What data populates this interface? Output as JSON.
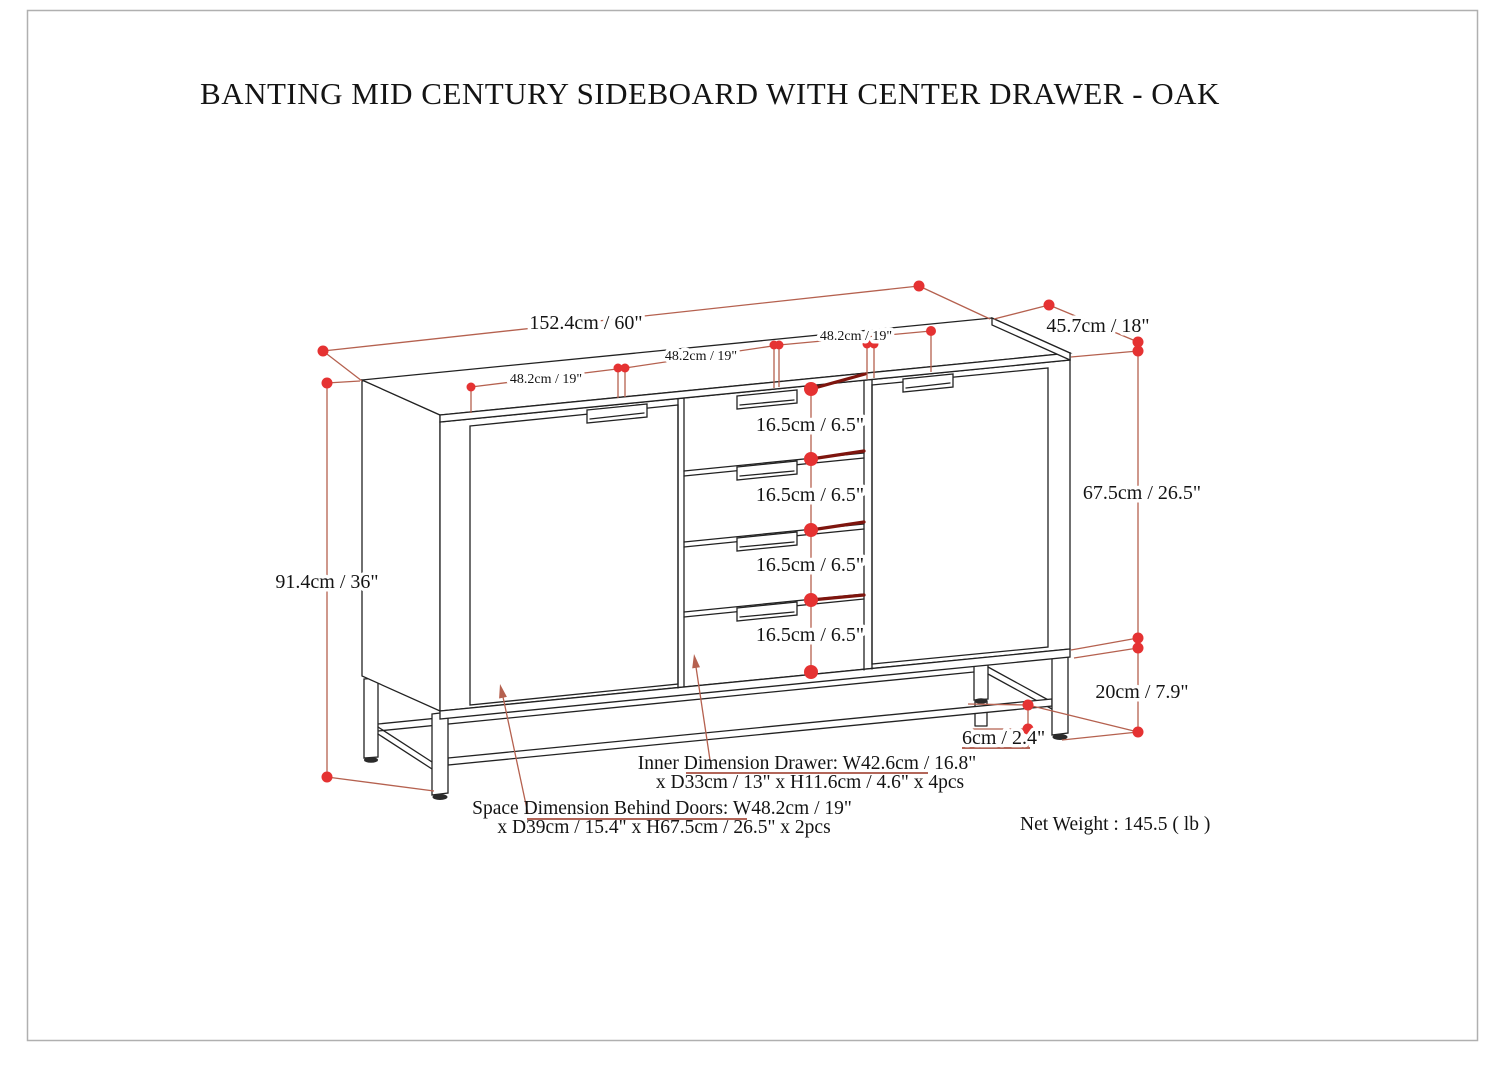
{
  "title": "BANTING MID CENTURY SIDEBOARD WITH CENTER DRAWER - OAK",
  "dimensions": {
    "top_width": "152.4cm / 60\"",
    "top_depth": "45.7cm / 18\"",
    "section_width": "48.2cm / 19\"",
    "drawer_height": "16.5cm / 6.5\"",
    "total_height": "91.4cm / 36\"",
    "body_height": "67.5cm / 26.5\"",
    "base_height": "20cm / 7.9\"",
    "foot_height": "6cm / 2.4\""
  },
  "notes": {
    "drawer_inner_line1": "Inner Dimension Drawer: W42.6cm / 16.8\"",
    "drawer_inner_line2": "x D33cm / 13\" x H11.6cm / 4.6\" x 4pcs",
    "behind_doors_line1": "Space Dimension Behind Doors: W48.2cm / 19\"",
    "behind_doors_line2": "x D39cm / 15.4\" x H67.5cm / 26.5\" x 2pcs",
    "net_weight": "Net Weight : 145.5 ( lb )"
  },
  "colors": {
    "line_art": "#222222",
    "dimension_line": "#b5614f",
    "dimension_dot": "#e53232",
    "drawer_divider": "#7e150e",
    "underline": "#993322",
    "page_border": "#b0b0b0"
  }
}
